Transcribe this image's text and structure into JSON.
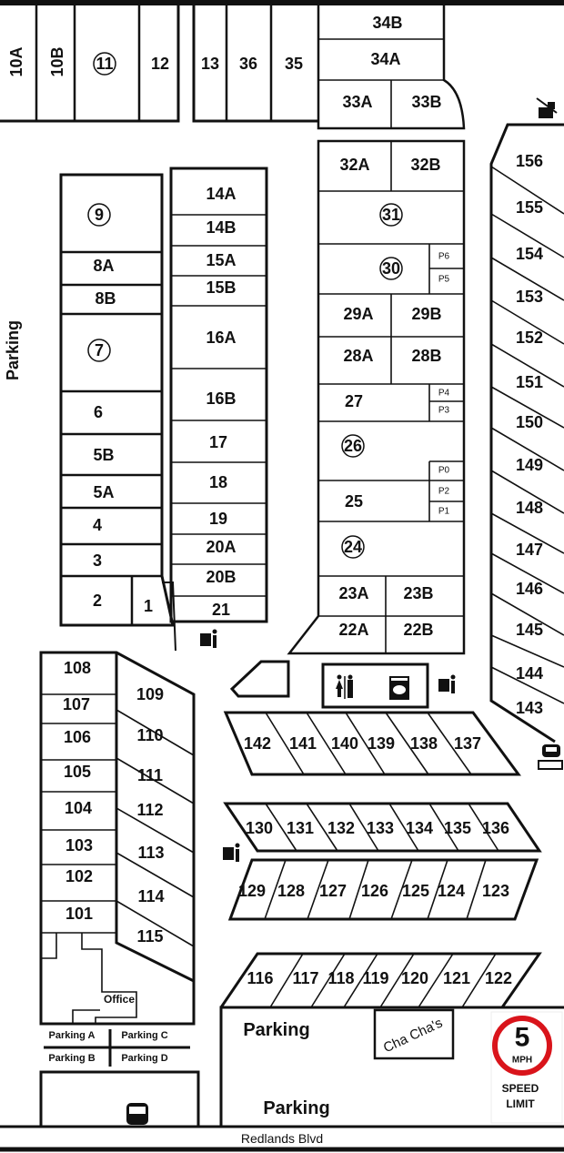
{
  "map": {
    "top_row": [
      "10A",
      "10B",
      "11",
      "12",
      "13",
      "36",
      "35"
    ],
    "block_34": [
      "34B",
      "34A",
      "33A",
      "33B"
    ],
    "block_32": [
      "32A",
      "32B",
      "31",
      "30",
      "P6",
      "P5",
      "29A",
      "29B",
      "28A",
      "28B",
      "27",
      "P4",
      "P3",
      "26",
      "P0",
      "P2",
      "P1",
      "25",
      "24",
      "23A",
      "23B",
      "22A",
      "22B"
    ],
    "left_block": [
      "9",
      "8A",
      "8B",
      "7",
      "6",
      "5B",
      "5A",
      "4",
      "3",
      "2",
      "1"
    ],
    "block_14": [
      "14A",
      "14B",
      "15A",
      "15B",
      "16A",
      "16B",
      "17",
      "18",
      "19",
      "20A",
      "20B",
      "21"
    ],
    "right_diagonal": [
      "156",
      "155",
      "154",
      "153",
      "152",
      "151",
      "150",
      "149",
      "148",
      "147",
      "146",
      "145",
      "144",
      "143"
    ],
    "block_101": [
      "108",
      "107",
      "106",
      "105",
      "104",
      "103",
      "102",
      "101"
    ],
    "block_109": [
      "109",
      "110",
      "111",
      "112",
      "113",
      "114",
      "115"
    ],
    "row_142": [
      "142",
      "141",
      "140",
      "139",
      "138",
      "137"
    ],
    "row_130": [
      "130",
      "131",
      "132",
      "133",
      "134",
      "135",
      "136"
    ],
    "row_129": [
      "129",
      "128",
      "127",
      "126",
      "125",
      "124",
      "123"
    ],
    "row_116": [
      "116",
      "117",
      "118",
      "119",
      "120",
      "121",
      "122"
    ],
    "circled_units": [
      "11",
      "9",
      "7",
      "31",
      "30",
      "26",
      "24"
    ]
  },
  "labels": {
    "parking_side": "Parking",
    "office": "Office",
    "parking_a": "Parking A",
    "parking_b": "Parking B",
    "parking_c": "Parking C",
    "parking_d": "Parking D",
    "parking_lot_1": "Parking",
    "parking_lot_2": "Parking",
    "cafe": "Cha Cha's",
    "road": "Redlands Blvd"
  },
  "speed_sign": {
    "value": "5",
    "unit": "MPH",
    "line1": "SPEED",
    "line2": "LIMIT",
    "ring_color": "#d9141b"
  },
  "icons": [
    "no-dogs-icon",
    "trash-icon",
    "restroom-icon",
    "laundry-icon",
    "rv-dump-icon",
    "bus-icon"
  ]
}
